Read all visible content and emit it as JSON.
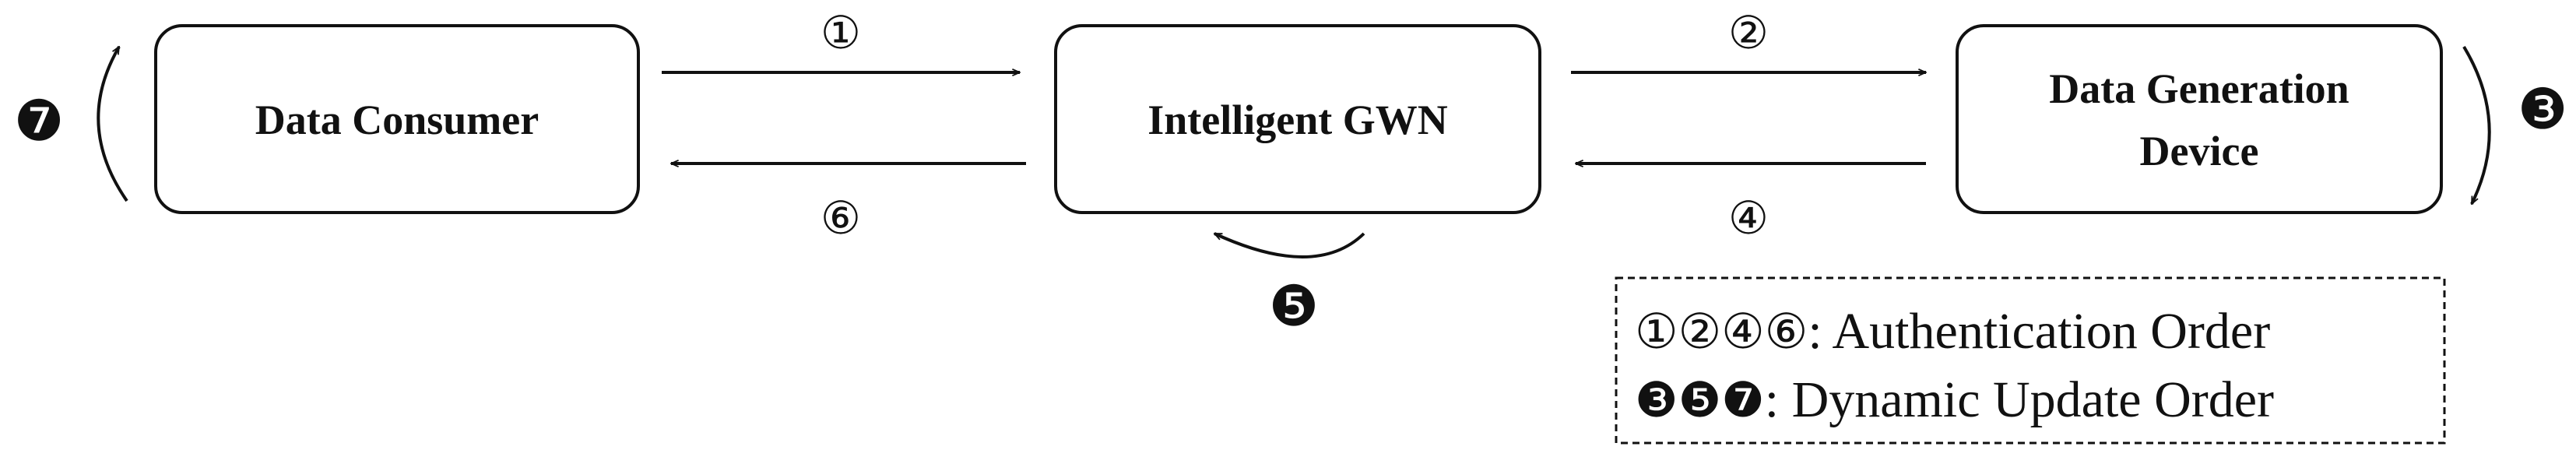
{
  "nodes": {
    "consumer": {
      "label": "Data Consumer"
    },
    "gwn": {
      "label": "Intelligent GWN"
    },
    "device": {
      "label_line1": "Data Generation",
      "label_line2": "Device"
    }
  },
  "steps": {
    "s1": "①",
    "s2": "②",
    "s4": "④",
    "s6": "⑥",
    "s3": "❸",
    "s5": "❺",
    "s7": "❼"
  },
  "legend": {
    "auth_symbols": "①②④⑥",
    "auth_text": ": Authentication Order",
    "update_symbols": "❸❺❼",
    "update_text": ": Dynamic Update Order"
  }
}
